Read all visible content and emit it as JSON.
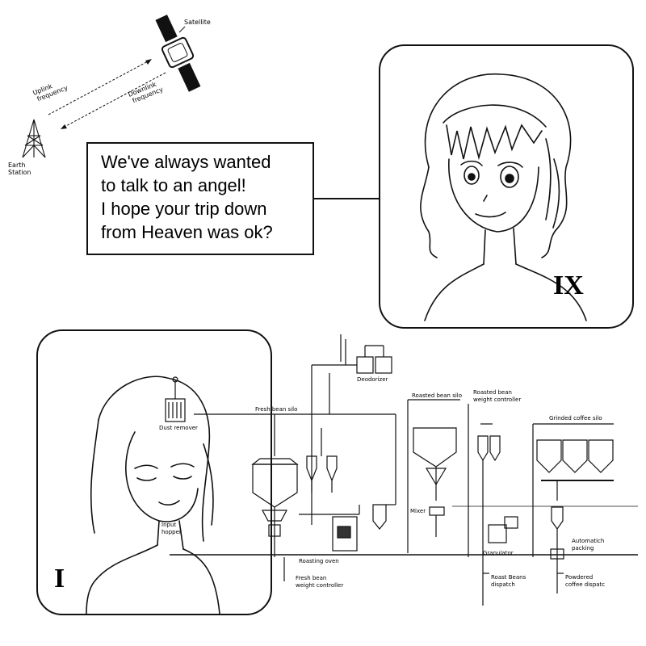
{
  "satellite_diagram": {
    "satellite_label": "Satellite",
    "uplink_label_1": "Uplink",
    "uplink_label_2": "frequency",
    "downlink_label_1": "Downlink",
    "downlink_label_2": "frequency",
    "earth_label_1": "Earth",
    "earth_label_2": "Station"
  },
  "speech_bubble": {
    "lines": [
      "We've always wanted",
      "to talk to an angel!",
      "I hope your trip down",
      "from Heaven was ok?"
    ]
  },
  "panel_top": {
    "numeral": "IX"
  },
  "panel_bottom": {
    "numeral": "I"
  },
  "factory_diagram": {
    "labels": {
      "deodorizer": "Deodorizer",
      "fresh_bean_silo": "Fresh bean silo",
      "dust_remover": "Dust remover",
      "roasted_bean_silo": "Roasted bean silo",
      "roasted_bean_weight_controller_1": "Roasted bean",
      "roasted_bean_weight_controller_2": "weight controller",
      "grinded_coffee_silo": "Grinded coffee silo",
      "mixer": "Mixer",
      "input_hopper_1": "Input",
      "input_hopper_2": "hopper",
      "roasting_oven": "Roasting oven",
      "fresh_bean_weight_controller_1": "Fresh bean",
      "fresh_bean_weight_controller_2": "weight controller",
      "granulator": "Granulator",
      "automatic_packing_1": "Automatich",
      "automatic_packing_2": "packing",
      "roast_beans_dispatch_1": "Roast Beans",
      "roast_beans_dispatch_2": "dispatch",
      "powdered_coffee_dispatch_1": "Powdered",
      "powdered_coffee_dispatch_2": "coffee dispatc"
    }
  }
}
